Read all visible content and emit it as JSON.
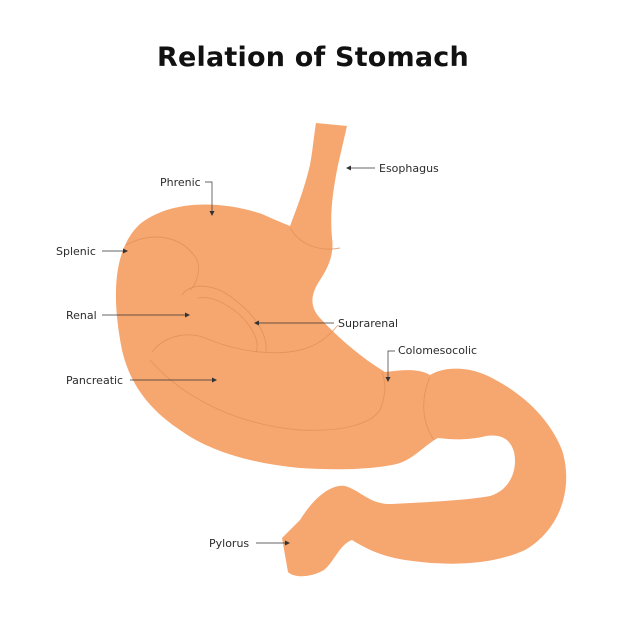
{
  "title": "Relation of Stomach",
  "colors": {
    "organ": "#f6a66f",
    "segment_lines": "#e08d57",
    "text": "#2b2b2b",
    "title": "#111111"
  },
  "labels": {
    "esophagus": "Esophagus",
    "phrenic": "Phrenic",
    "splenic": "Splenic",
    "renal": "Renal",
    "suprarenal": "Suprarenal",
    "colomesocolic": "Colomesocolic",
    "pancreatic": "Pancreatic",
    "pylorus": "Pylorus"
  }
}
